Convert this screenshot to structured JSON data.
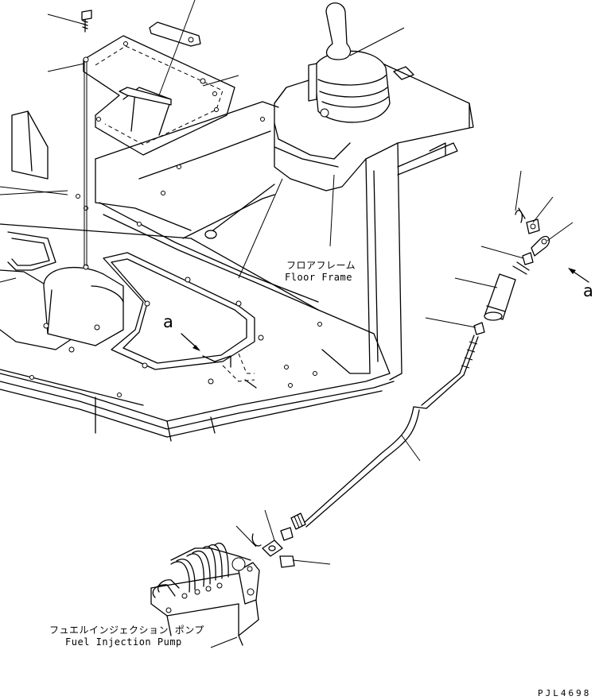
{
  "labels": {
    "floor_frame_ja": "フロアフレーム",
    "floor_frame_en": "Floor Frame",
    "fuel_pump_ja": "フュエルインジェクション ポンプ",
    "fuel_pump_en": "Fuel Injection Pump",
    "view_ref_right": "a",
    "view_ref_left": "a",
    "drawing_code": "PJL4698"
  }
}
